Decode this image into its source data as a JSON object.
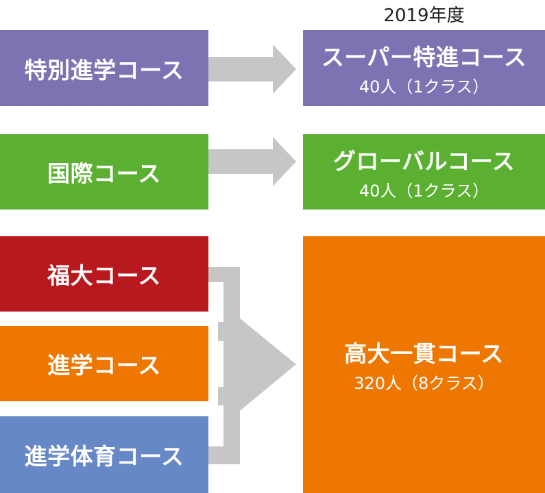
{
  "year_label": "2019年度",
  "colors": {
    "purple": "#7f72b3",
    "green": "#5bb031",
    "red": "#b8191f",
    "orange": "#ed7700",
    "blue": "#6788c6",
    "arrow": "#c6c6c6"
  },
  "old_courses": [
    {
      "name": "特別進学コース",
      "color": "purple"
    },
    {
      "name": "国際コース",
      "color": "green"
    },
    {
      "name": "福大コース",
      "color": "red"
    },
    {
      "name": "進学コース",
      "color": "orange"
    },
    {
      "name": "進学体育コース",
      "color": "blue"
    }
  ],
  "new_courses": [
    {
      "name": "スーパー特進コース",
      "capacity": "40人（1クラス）",
      "color": "purple"
    },
    {
      "name": "グローバルコース",
      "capacity": "40人（1クラス）",
      "color": "green"
    },
    {
      "name": "高大一貫コース",
      "capacity": "320人（8クラス）",
      "color": "orange"
    }
  ]
}
